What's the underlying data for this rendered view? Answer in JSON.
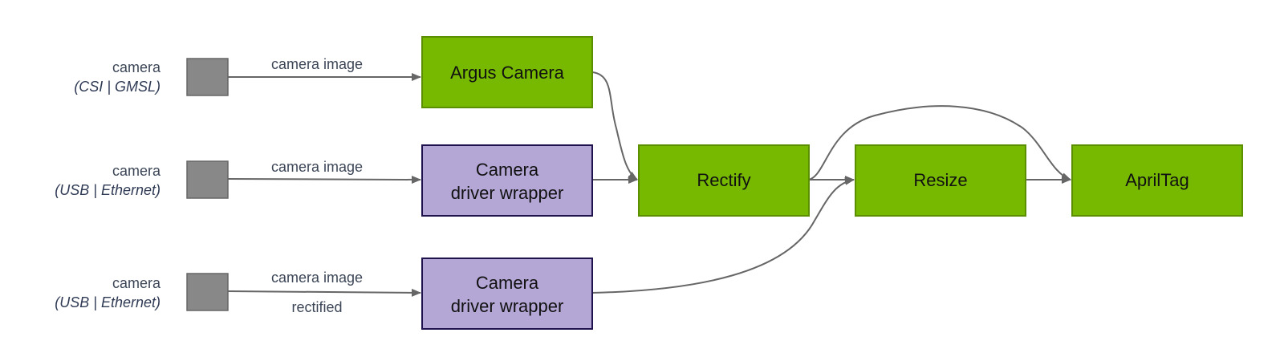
{
  "colors": {
    "green_fill": "#76b900",
    "green_stroke": "#5b8f00",
    "purple_fill": "#b4a7d6",
    "purple_stroke": "#20124d",
    "sensor_fill": "#888888",
    "sensor_stroke": "#666666",
    "edge": "#666666"
  },
  "sources": [
    {
      "name": "camera",
      "type": "(CSI | GMSL)",
      "edge_label": "camera image",
      "edge_sublabel": ""
    },
    {
      "name": "camera",
      "type": "(USB | Ethernet)",
      "edge_label": "camera image",
      "edge_sublabel": ""
    },
    {
      "name": "camera",
      "type": "(USB | Ethernet)",
      "edge_label": "camera image",
      "edge_sublabel": "rectified"
    }
  ],
  "nodes": {
    "argus": {
      "label": "Argus Camera"
    },
    "driver1": {
      "line1": "Camera",
      "line2": "driver wrapper"
    },
    "driver2": {
      "line1": "Camera",
      "line2": "driver wrapper"
    },
    "rectify": {
      "label": "Rectify"
    },
    "resize": {
      "label": "Resize"
    },
    "apriltag": {
      "label": "AprilTag"
    }
  },
  "edges": [
    {
      "from": "camera-1",
      "to": "Argus Camera"
    },
    {
      "from": "camera-2",
      "to": "Camera driver wrapper"
    },
    {
      "from": "camera-3",
      "to": "Camera driver wrapper"
    },
    {
      "from": "Argus Camera",
      "to": "Rectify"
    },
    {
      "from": "Camera driver wrapper",
      "to": "Rectify"
    },
    {
      "from": "Rectify",
      "to": "Resize"
    },
    {
      "from": "Rectify",
      "to": "AprilTag"
    },
    {
      "from": "Camera driver wrapper",
      "to": "Resize"
    },
    {
      "from": "Resize",
      "to": "AprilTag"
    }
  ]
}
